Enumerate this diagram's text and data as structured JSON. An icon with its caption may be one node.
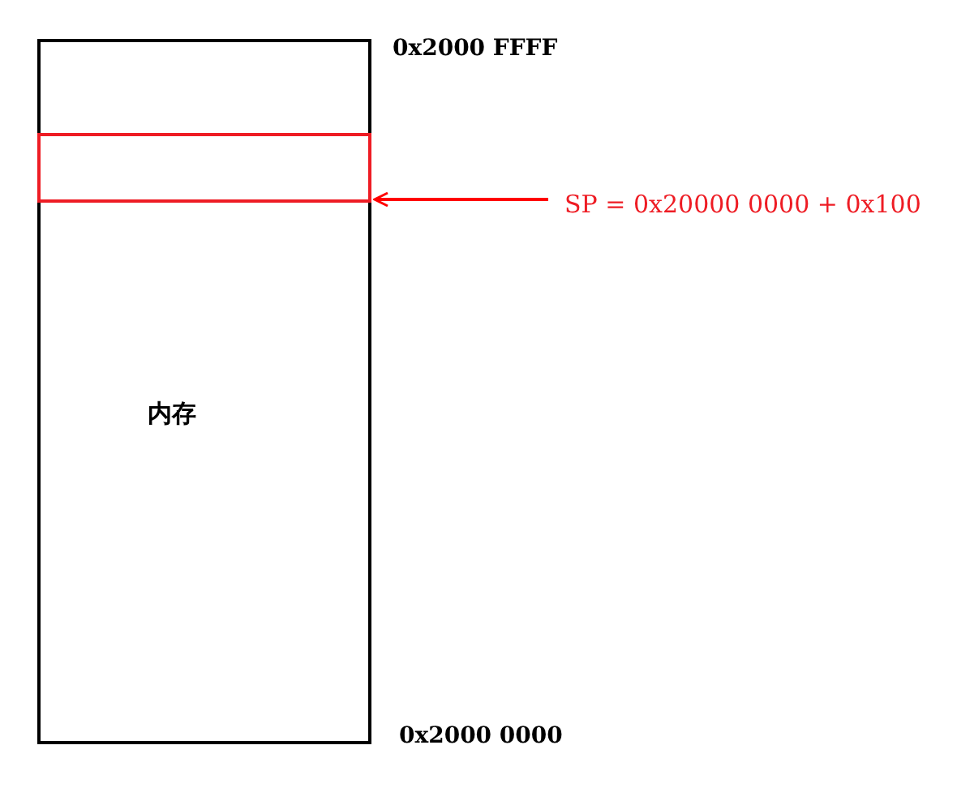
{
  "diagram": {
    "nodes": [
      {
        "text": [
          "内存"
        ]
      },
      {
        "text": [],
        "shape": "box",
        "in": 0
      },
      {
        "text": [
          "SP = 0x20000 0000 + 0x100"
        ]
      }
    ],
    "edges": [
      {
        "from": 2,
        "to": 1,
        "arrow": "to",
        "color": "#ff0000"
      }
    ],
    "labels": [
      "0x2000 FFFF",
      "0x2000 0000"
    ]
  }
}
